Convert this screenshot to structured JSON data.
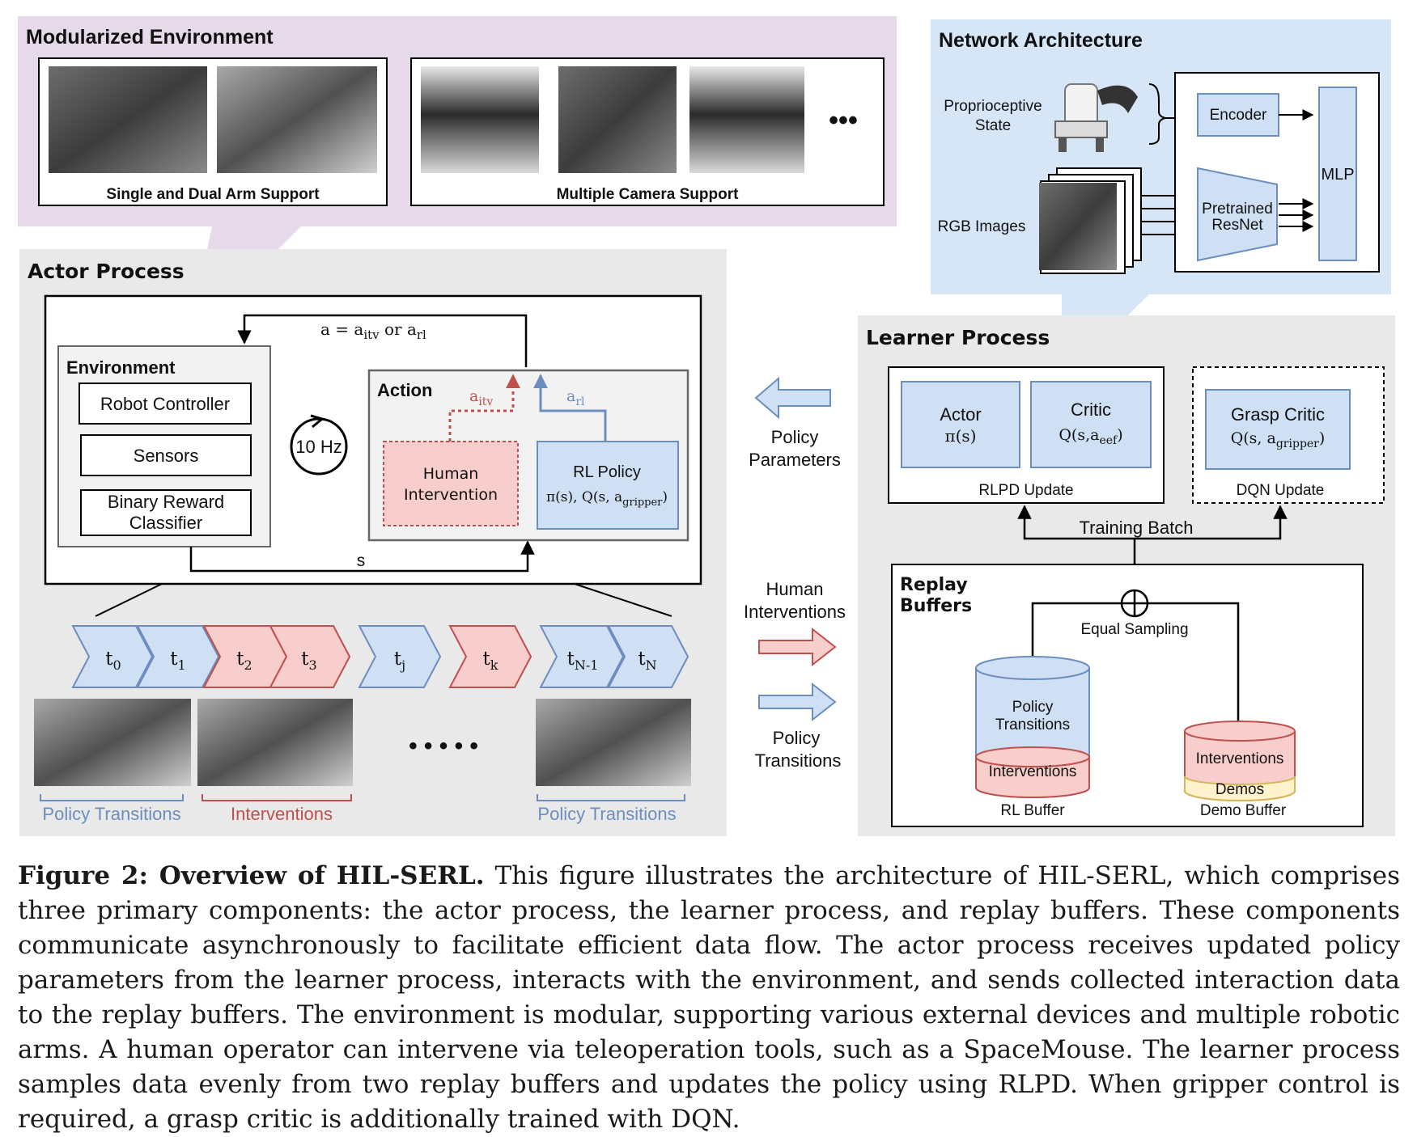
{
  "modularized_environment": {
    "title": "Modularized Environment",
    "arm_caption": "Single and Dual Arm Support",
    "camera_caption": "Multiple Camera Support",
    "more": "•••"
  },
  "network_architecture": {
    "title": "Network Architecture",
    "proprio_label_1": "Proprioceptive",
    "proprio_label_2": "State",
    "rgb_label": "RGB Images",
    "encoder": "Encoder",
    "resnet_1": "Pretrained",
    "resnet_2": "ResNet",
    "mlp": "MLP"
  },
  "actor_process": {
    "title": "Actor Process",
    "action_formula": "a = a",
    "action_sub_itv": "itv",
    "action_or": " or a",
    "action_sub_rl": "rl",
    "environment": {
      "title": "Environment",
      "items": [
        "Robot Controller",
        "Sensors",
        "Binary Reward",
        "Classifier"
      ]
    },
    "frequency": "10 Hz",
    "action": {
      "title": "Action",
      "a_itv": "a",
      "a_itv_sub": "itv",
      "a_rl": "a",
      "a_rl_sub": "rl",
      "human_1": "Human",
      "human_2": "Intervention",
      "rl_policy_1": "RL Policy",
      "rl_policy_2": "π(s), Q(s, a",
      "rl_policy_2_sub": "gripper",
      "rl_policy_2_end": ")"
    },
    "state": "s",
    "timesteps": [
      {
        "t": "t",
        "sub": "0",
        "kind": "policy"
      },
      {
        "t": "t",
        "sub": "1",
        "kind": "policy"
      },
      {
        "t": "t",
        "sub": "2",
        "kind": "intervention"
      },
      {
        "t": "t",
        "sub": "3",
        "kind": "intervention"
      },
      {
        "t": "t",
        "sub": "j",
        "kind": "policy"
      },
      {
        "t": "t",
        "sub": "k",
        "kind": "intervention"
      },
      {
        "t": "t",
        "sub": "N-1",
        "kind": "policy"
      },
      {
        "t": "t",
        "sub": "N",
        "kind": "policy"
      }
    ],
    "dots": "• • • • •",
    "policy_transitions_left": "Policy Transitions",
    "interventions": "Interventions",
    "policy_transitions_right": "Policy Transitions"
  },
  "middle": {
    "policy_parameters_1": "Policy",
    "policy_parameters_2": "Parameters",
    "human_interventions_1": "Human",
    "human_interventions_2": "Interventions",
    "policy_transitions_1": "Policy",
    "policy_transitions_2": "Transitions"
  },
  "learner_process": {
    "title": "Learner Process",
    "actor_1": "Actor",
    "actor_2": "π(s)",
    "critic_1": "Critic",
    "critic_2": "Q(s,a",
    "critic_2_sub": "eef",
    "critic_2_end": ")",
    "rlpd_update": "RLPD Update",
    "grasp_critic_1": "Grasp Critic",
    "grasp_critic_2": "Q(s, a",
    "grasp_critic_2_sub": "gripper",
    "grasp_critic_2_end": ")",
    "dqn_update": "DQN Update",
    "training_batch": "Training Batch",
    "replay_buffers_1": "Replay",
    "replay_buffers_2": "Buffers",
    "equal_sampling": "Equal Sampling",
    "policy_transitions_1": "Policy",
    "policy_transitions_2": "Transitions",
    "rl_interventions": "Interventions",
    "rl_buffer": "RL Buffer",
    "demo_interventions": "Interventions",
    "demos": "Demos",
    "demo_buffer": "Demo Buffer"
  },
  "caption": {
    "label": "Figure 2: Overview of HIL-SERL.",
    "text": " This figure illustrates the architecture of HIL-SERL, which comprises three primary components: the actor process, the learner process, and replay buffers. These components communicate asynchronously to facilitate efficient data flow. The actor process receives updated policy parameters from the learner process, interacts with the environment, and sends collected interaction data to the replay buffers. The environment is modular, supporting various external devices and multiple robotic arms. A human operator can intervene via teleoperation tools, such as a SpaceMouse. The learner process samples data evenly from two replay buffers and updates the policy using RLPD. When gripper control is required, a grasp critic is additionally trained with DQN."
  },
  "colors": {
    "purple_panel": "#e6d9ea",
    "blue_panel": "#d6e6f7",
    "gray_panel": "#e9e9e9",
    "blue_box": "#cfe0f5",
    "blue_stroke": "#6c8ebf",
    "red_box": "#f8cecc",
    "red_stroke": "#c0504d",
    "demo_yellow": "#fff2cc"
  }
}
